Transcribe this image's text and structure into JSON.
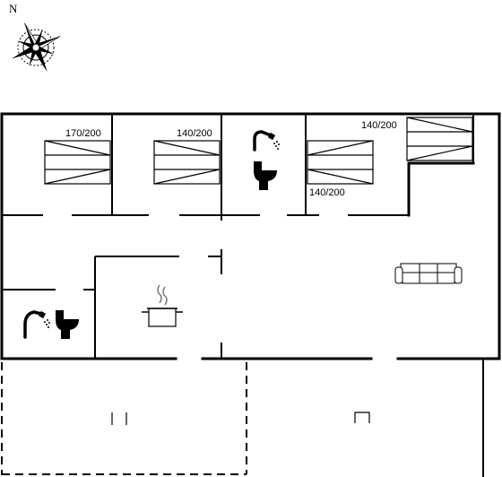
{
  "compass": {
    "label": "N"
  },
  "beds": [
    {
      "id": "bed-1",
      "size": "170/200"
    },
    {
      "id": "bed-2",
      "size": "140/200"
    },
    {
      "id": "bed-3",
      "size": "140/200"
    },
    {
      "id": "bed-4",
      "size": "140/200"
    }
  ],
  "icons": [
    "compass-icon",
    "shower-icon",
    "toilet-icon",
    "cooking-pot-icon",
    "sofa-icon"
  ]
}
